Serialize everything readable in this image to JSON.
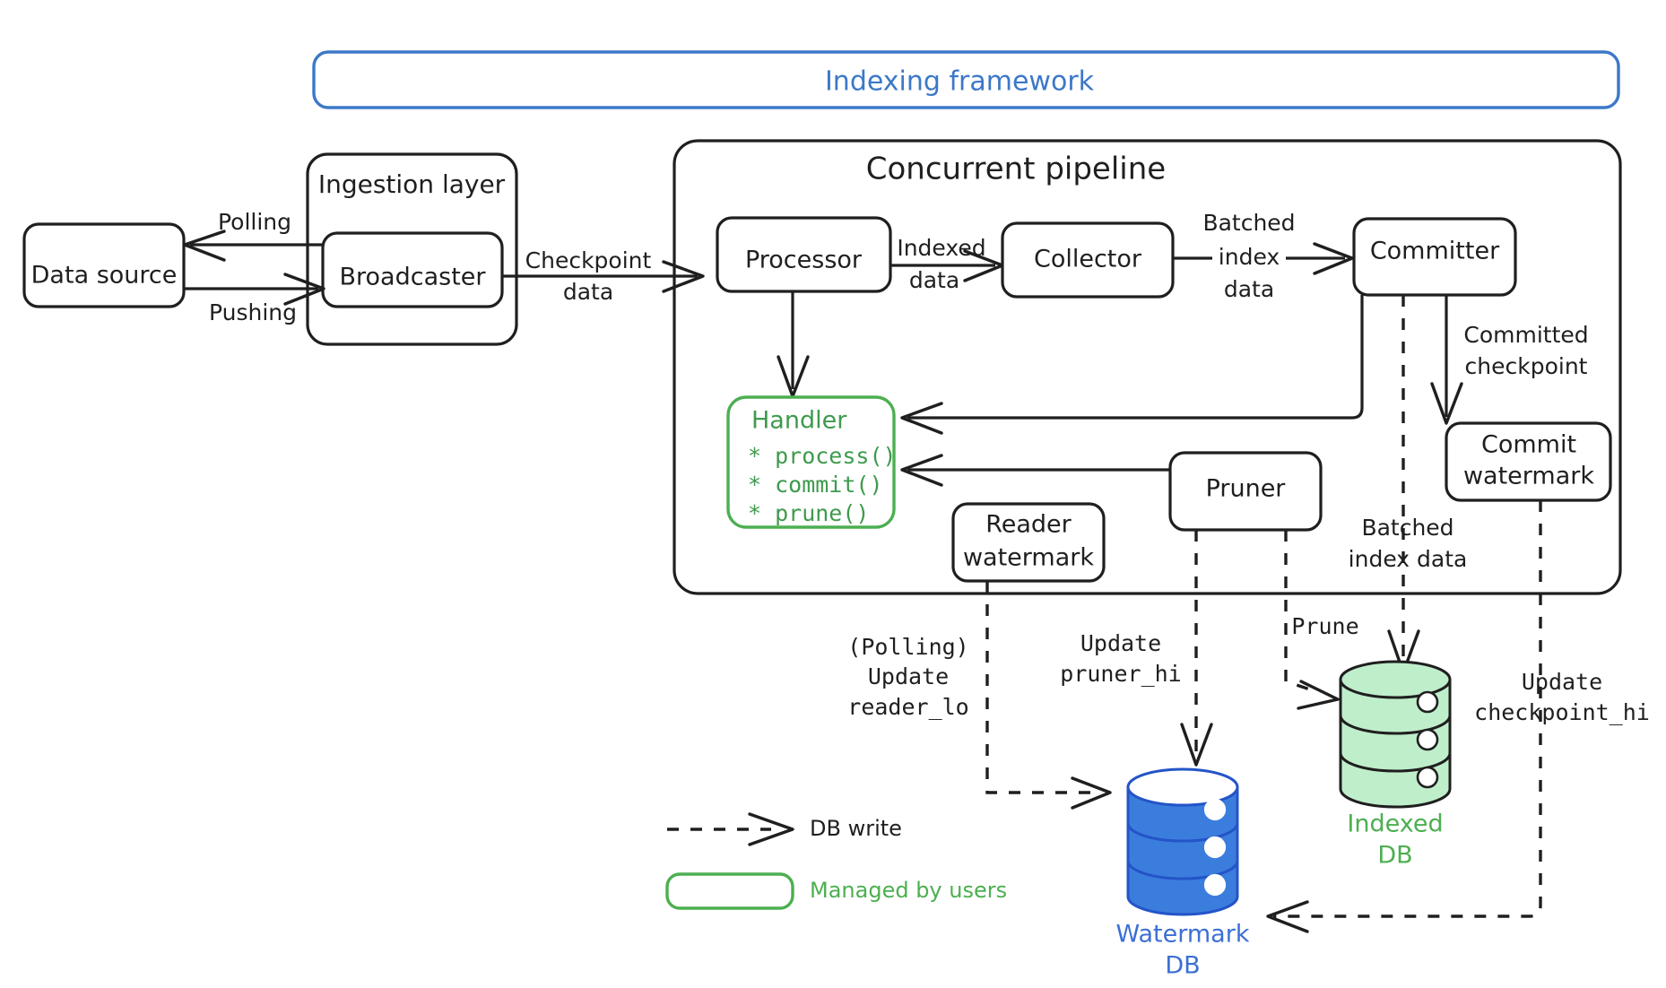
{
  "framework": {
    "title": "Indexing framework"
  },
  "ingestion": {
    "group_label": "Ingestion layer",
    "node_label": "Broadcaster"
  },
  "data_source": {
    "label": "Data source"
  },
  "source_edges": {
    "polling": "Polling",
    "pushing": "Pushing",
    "checkpoint_data_line1": "Checkpoint",
    "checkpoint_data_line2": "data"
  },
  "pipeline": {
    "title": "Concurrent pipeline",
    "nodes": {
      "processor": "Processor",
      "collector": "Collector",
      "committer": "Committer",
      "commit_watermark_line1": "Commit",
      "commit_watermark_line2": "watermark",
      "reader_watermark_line1": "Reader",
      "reader_watermark_line2": "watermark",
      "pruner": "Pruner"
    },
    "edges": {
      "indexed_data_line1": "Indexed",
      "indexed_data_line2": "data",
      "batched_index_data_line1": "Batched",
      "batched_index_data_line2": "index",
      "batched_index_data_line3": "data",
      "committed_checkpoint_line1": "Committed",
      "committed_checkpoint_line2": "checkpoint"
    }
  },
  "handler": {
    "title": "Handler",
    "methods": [
      "* process()",
      "* commit()",
      "* prune()"
    ]
  },
  "db_writes": {
    "reader_line1": "(Polling)",
    "reader_line2": "Update",
    "reader_line3": "reader_lo",
    "pruner_line1": "Update",
    "pruner_line2": "pruner_hi",
    "batched_line1": "Batched",
    "batched_line2": "index data",
    "prune_label": "Prune",
    "checkpoint_line1": "Update",
    "checkpoint_line2": "checkpoint_hi"
  },
  "databases": {
    "indexed_line1": "Indexed",
    "indexed_line2": "DB",
    "watermark_line1": "Watermark",
    "watermark_line2": "DB"
  },
  "legend": {
    "db_write": "DB write",
    "managed_by_users": "Managed by users"
  },
  "colors": {
    "blue_accent": "#3c78c8",
    "green_accent": "#4caf50",
    "db_blue_fill": "#3b7ddd",
    "db_green_fill": "#bfeecb",
    "ink": "#1f1f1f"
  }
}
